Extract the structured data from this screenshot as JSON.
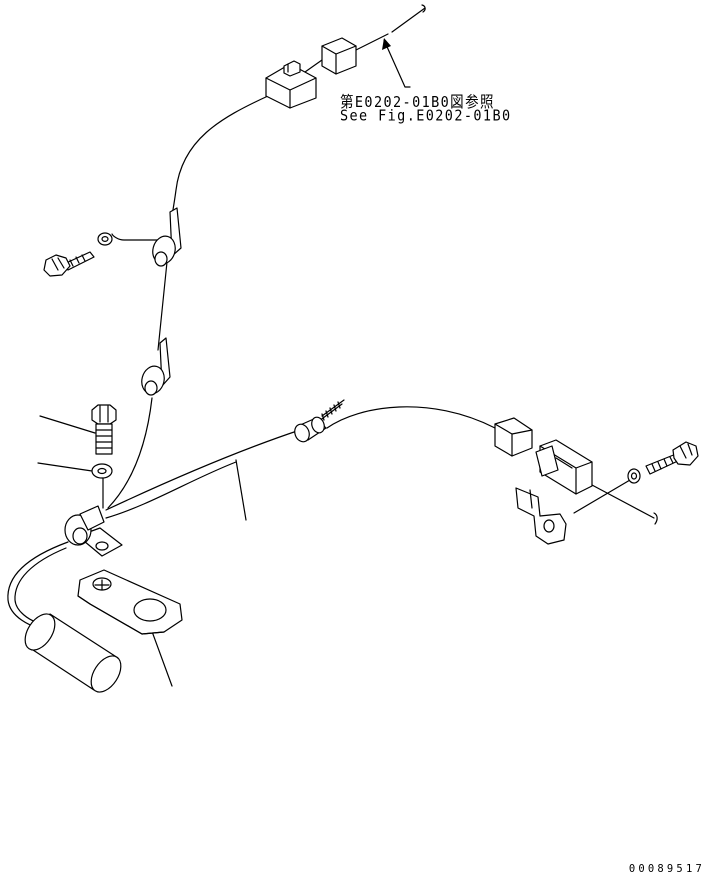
{
  "reference_note": {
    "japanese": "第E0202-01B0図参照",
    "english": "See Fig.E0202-01B0"
  },
  "figure_number": "00089517"
}
